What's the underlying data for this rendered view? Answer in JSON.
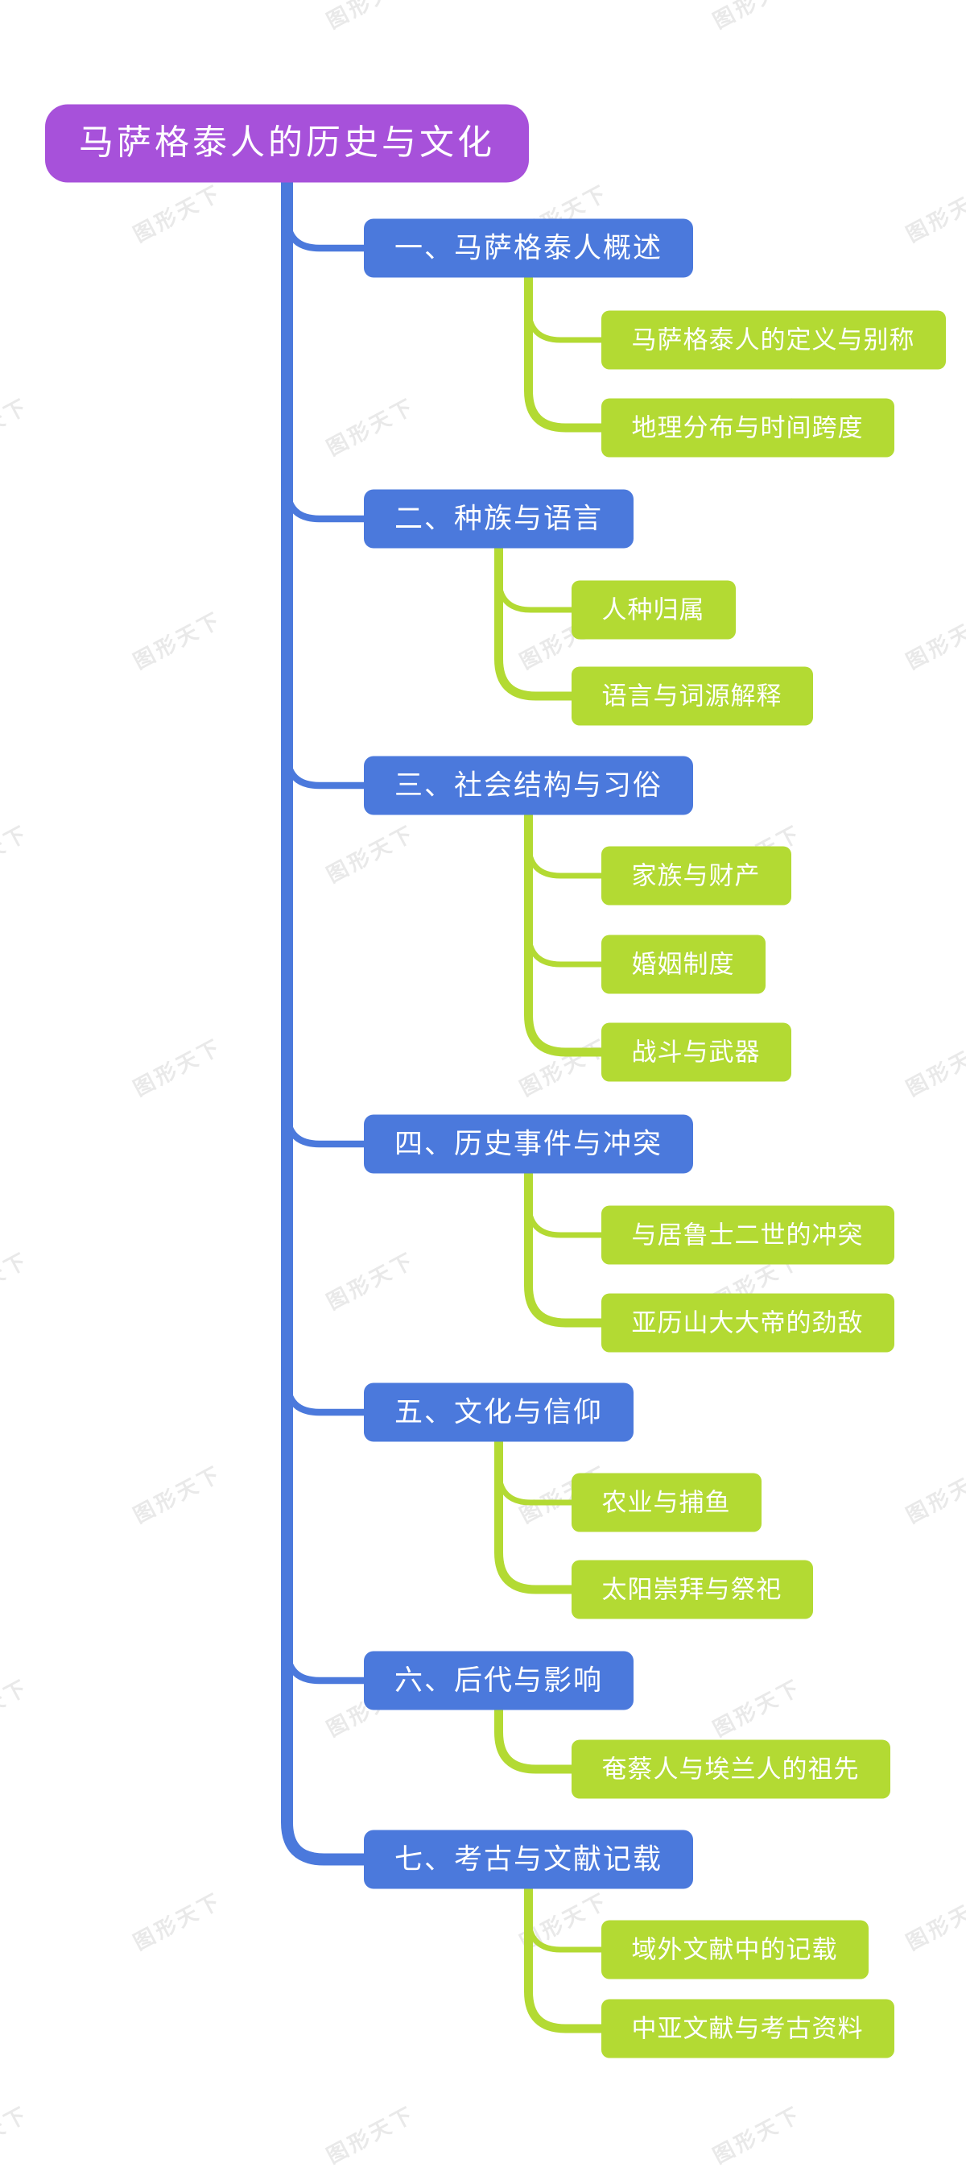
{
  "watermark": {
    "text": "图形天下"
  },
  "colors": {
    "root_fill": "#a751da",
    "branch_fill": "#4b79dc",
    "leaf_fill": "#b3da33",
    "node_text": "#ffffff",
    "watermark_text": "#e9e9e9"
  },
  "mindmap": {
    "root": {
      "label": "马萨格泰人的历史与文化"
    },
    "branches": [
      {
        "label": "一、马萨格泰人概述",
        "children": [
          {
            "label": "马萨格泰人的定义与别称"
          },
          {
            "label": "地理分布与时间跨度"
          }
        ]
      },
      {
        "label": "二、种族与语言",
        "children": [
          {
            "label": "人种归属"
          },
          {
            "label": "语言与词源解释"
          }
        ]
      },
      {
        "label": "三、社会结构与习俗",
        "children": [
          {
            "label": "家族与财产"
          },
          {
            "label": "婚姻制度"
          },
          {
            "label": "战斗与武器"
          }
        ]
      },
      {
        "label": "四、历史事件与冲突",
        "children": [
          {
            "label": "与居鲁士二世的冲突"
          },
          {
            "label": "亚历山大大帝的劲敌"
          }
        ]
      },
      {
        "label": "五、文化与信仰",
        "children": [
          {
            "label": "农业与捕鱼"
          },
          {
            "label": "太阳崇拜与祭祀"
          }
        ]
      },
      {
        "label": "六、后代与影响",
        "children": [
          {
            "label": "奄蔡人与埃兰人的祖先"
          }
        ]
      },
      {
        "label": "七、考古与文献记载",
        "children": [
          {
            "label": "域外文献中的记载"
          },
          {
            "label": "中亚文献与考古资料"
          }
        ]
      }
    ]
  }
}
